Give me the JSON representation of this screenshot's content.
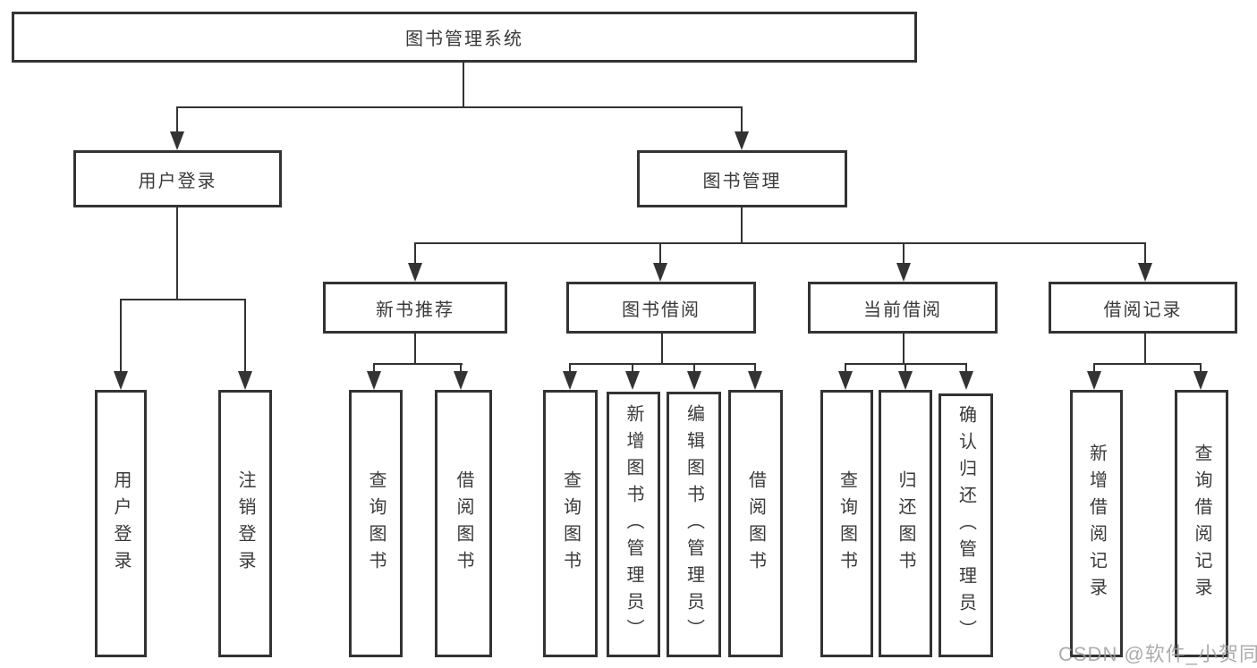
{
  "diagram": {
    "title": "图书管理系统",
    "level2": {
      "user_login": "用户登录",
      "book_mgmt": "图书管理"
    },
    "level3": {
      "new_books": "新书推荐",
      "borrowing": "图书借阅",
      "current": "当前借阅",
      "records": "借阅记录"
    },
    "leaves": {
      "login": "用户登录",
      "logout": "注销登录",
      "nb_query": "查询图书",
      "nb_borrow": "借阅图书",
      "bw_query": "查询图书",
      "bw_add": "新增图书（管理员）",
      "bw_edit": "编辑图书（管理员）",
      "bw_borrow": "借阅图书",
      "cu_query": "查询图书",
      "cu_return": "归还图书",
      "cu_confirm": "确认归还（管理员）",
      "re_add": "新增借阅记录",
      "re_query": "查询借阅记录"
    },
    "colors": {
      "line": "#333333",
      "text": "#3a3a3a",
      "watermark": "#9e9e9e"
    }
  },
  "watermark": "CSDN @软件_小贺同学"
}
